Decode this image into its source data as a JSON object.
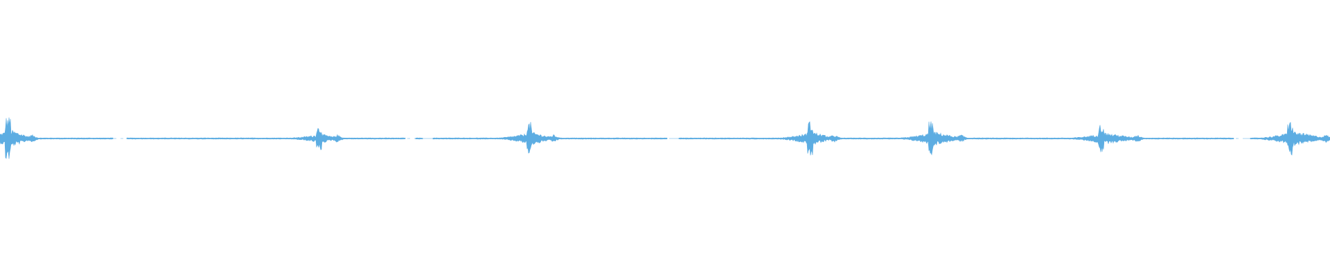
{
  "waveform": {
    "color": "#5dade2",
    "background": "#ffffff",
    "amplitude_max": 1.0,
    "bursts": [
      {
        "position": 0.006,
        "peak": 1.0,
        "tail": 0.02
      },
      {
        "position": 0.24,
        "peak": 0.55,
        "tail": 0.015
      },
      {
        "position": 0.398,
        "peak": 0.75,
        "tail": 0.02
      },
      {
        "position": 0.609,
        "peak": 0.78,
        "tail": 0.02
      },
      {
        "position": 0.7,
        "peak": 0.78,
        "tail": 0.025
      },
      {
        "position": 0.828,
        "peak": 0.65,
        "tail": 0.03
      },
      {
        "position": 0.97,
        "peak": 0.8,
        "tail": 0.03
      }
    ],
    "gaps": [
      {
        "start": 0.085,
        "end": 0.095
      },
      {
        "start": 0.305,
        "end": 0.312
      },
      {
        "start": 0.318,
        "end": 0.325
      },
      {
        "start": 0.502,
        "end": 0.51
      },
      {
        "start": 0.928,
        "end": 0.94
      }
    ]
  }
}
